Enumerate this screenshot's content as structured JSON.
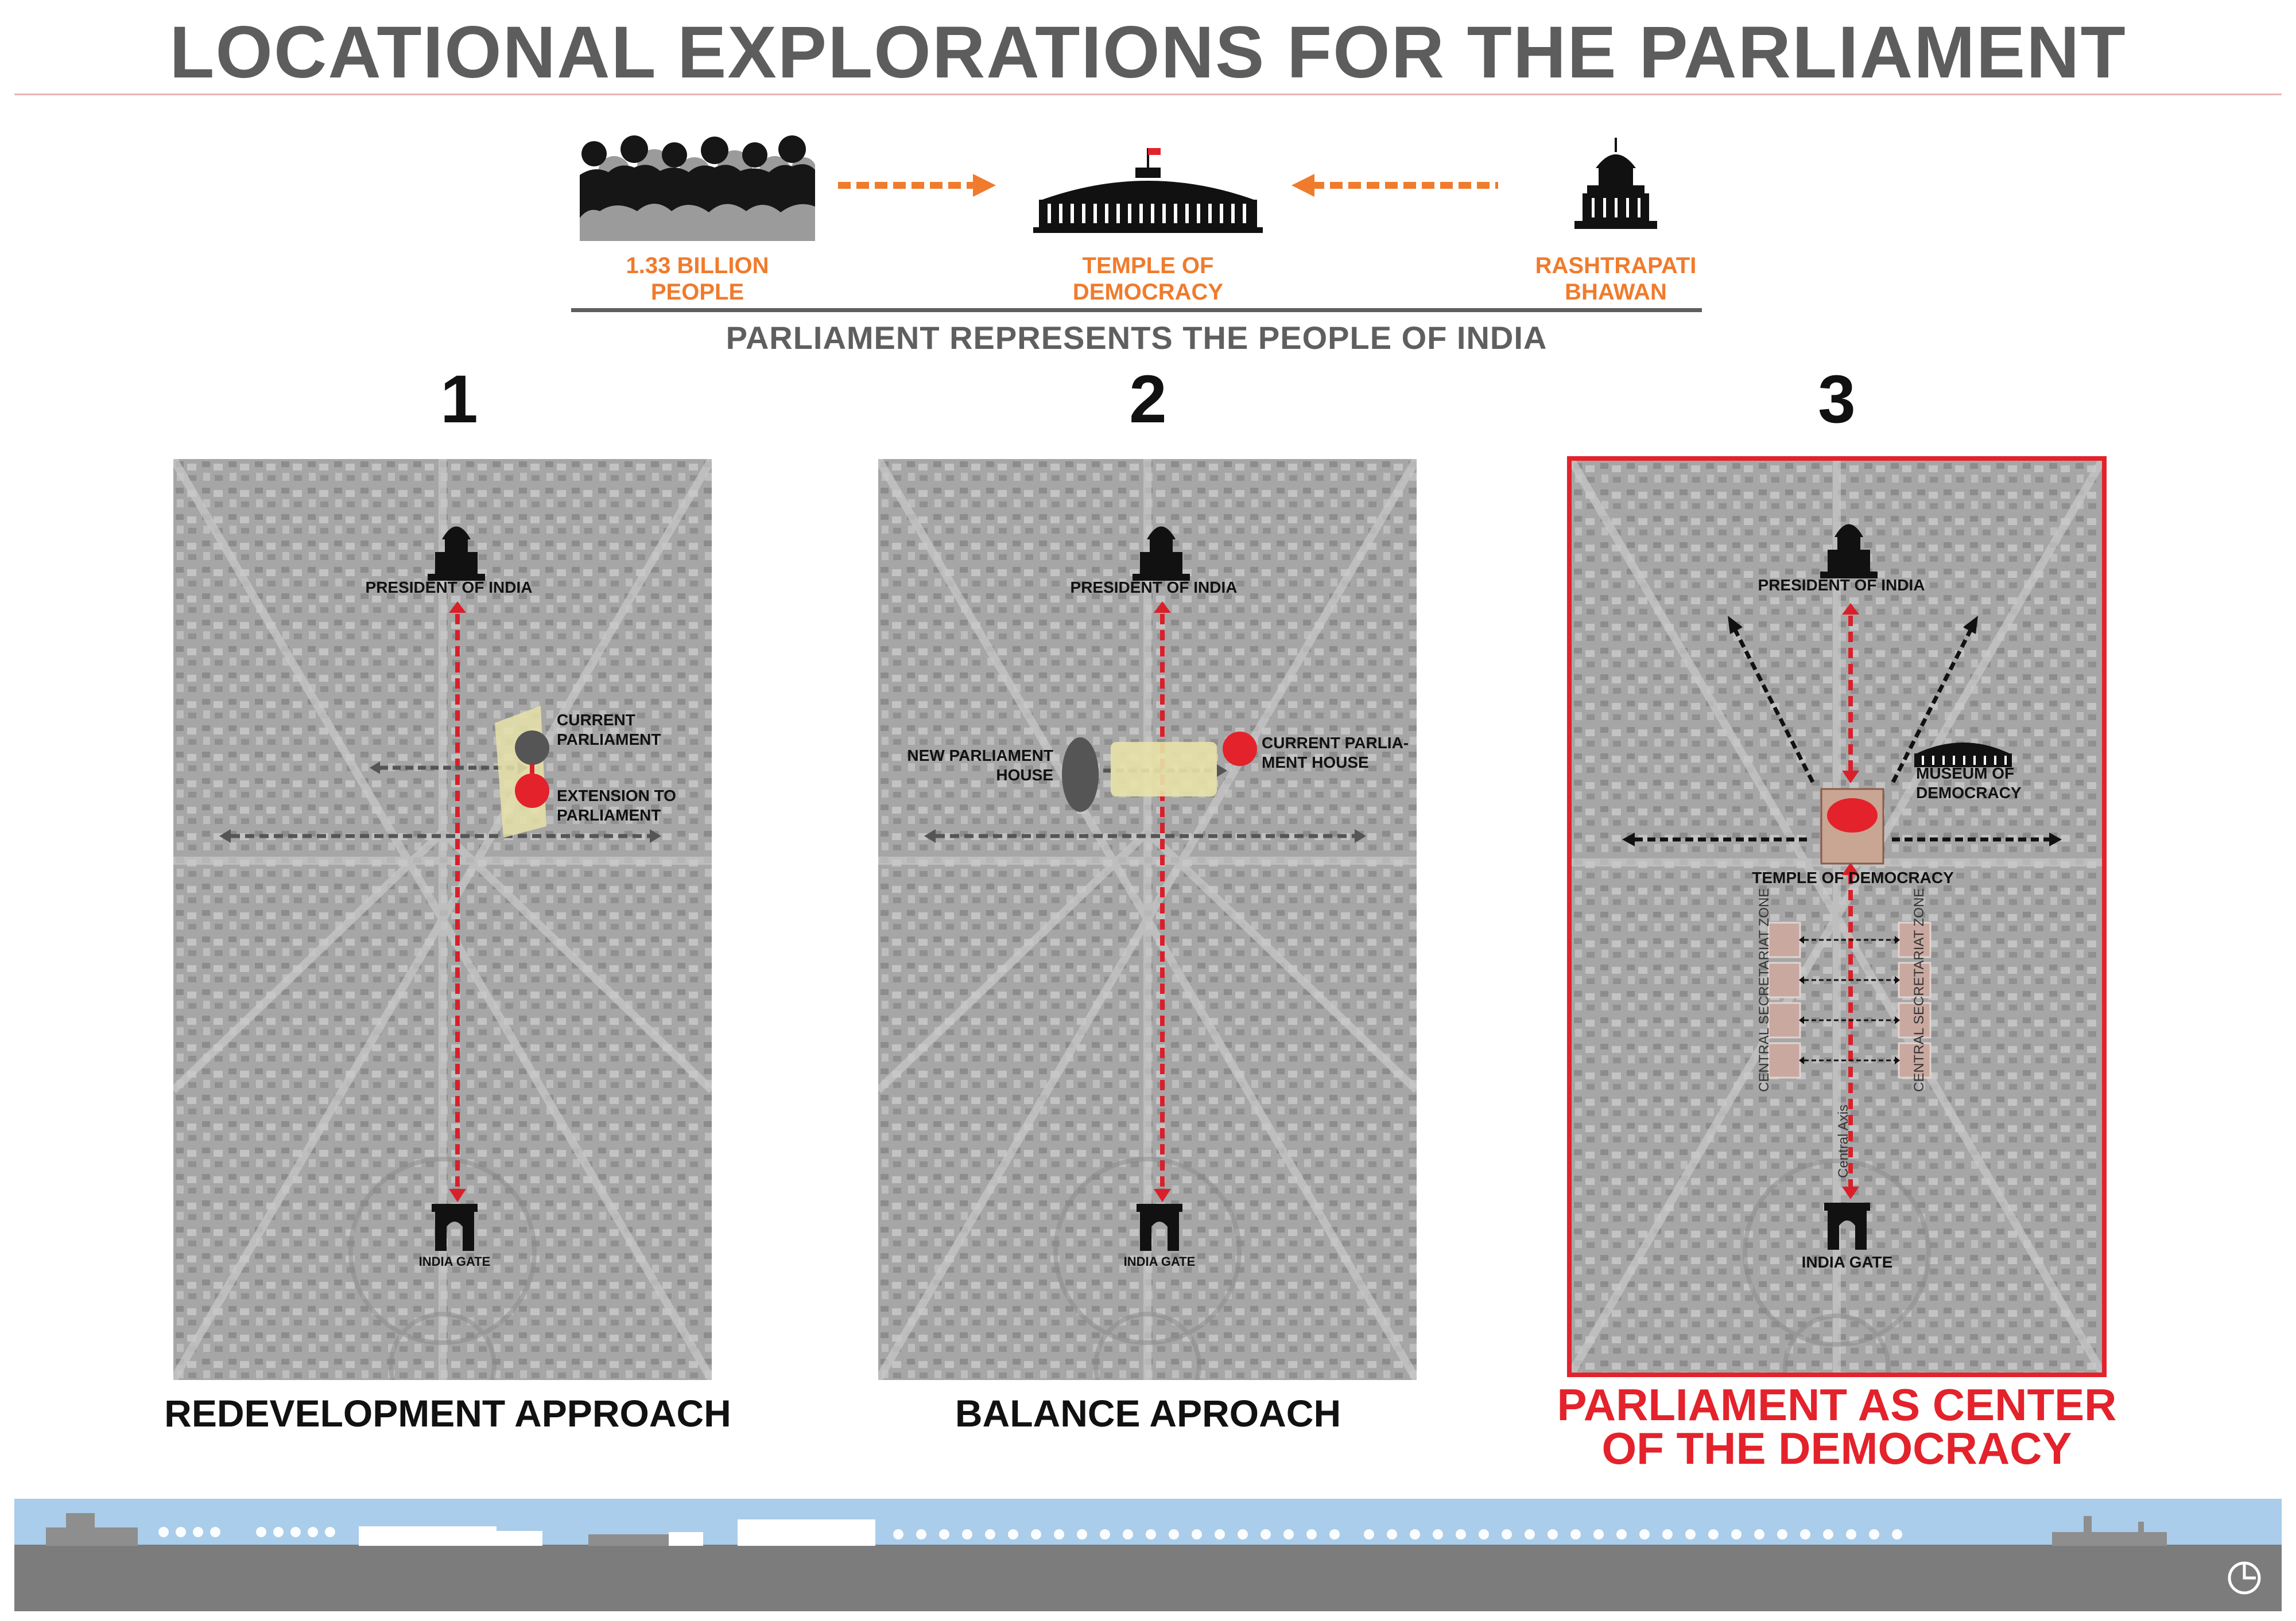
{
  "header": {
    "title": "LOCATIONAL EXPLORATIONS FOR THE PARLIAMENT"
  },
  "flow": {
    "people_label_1": "1.33 BILLION",
    "people_label_2": "PEOPLE",
    "temple_label_1": "TEMPLE OF",
    "temple_label_2": "DEMOCRACY",
    "bhawan_label_1": "RASHTRAPATI",
    "bhawan_label_2": "BHAWAN",
    "subtitle": "PARLIAMENT REPRESENTS THE PEOPLE OF INDIA",
    "accent_color": "#f07b2c"
  },
  "panels": [
    {
      "number": "1",
      "name": "REDEVELOPMENT APPROACH",
      "president_label": "PRESIDENT OF INDIA",
      "gate_label": "INDIA GATE",
      "current_1": "CURRENT",
      "current_2": "PARLIAMENT",
      "extension_1": "EXTENSION TO",
      "extension_2": "PARLIAMENT"
    },
    {
      "number": "2",
      "name": "BALANCE APROACH",
      "president_label": "PRESIDENT OF INDIA",
      "gate_label": "INDIA GATE",
      "new_1": "NEW PARLIAMENT",
      "new_2": "HOUSE",
      "current_1": "CURRENT PARLIA-",
      "current_2": "MENT HOUSE"
    },
    {
      "number": "3",
      "name_1": "PARLIAMENT AS CENTER",
      "name_2": "OF THE DEMOCRACY",
      "president_label": "PRESIDENT OF INDIA",
      "gate_label": "INDIA GATE",
      "museum_1": "MUSEUM OF",
      "museum_2": "DEMOCRACY",
      "temple_label": "TEMPLE OF DEMOCRACY",
      "zone_label": "CENTRAL SECRETARIAT ZONE",
      "axis_label": "Central Axis"
    }
  ],
  "colors": {
    "highlight": "#e3222b",
    "map_gray": "#a3a3a3",
    "sky": "#a9cdea",
    "ground": "#7c7c7c"
  }
}
